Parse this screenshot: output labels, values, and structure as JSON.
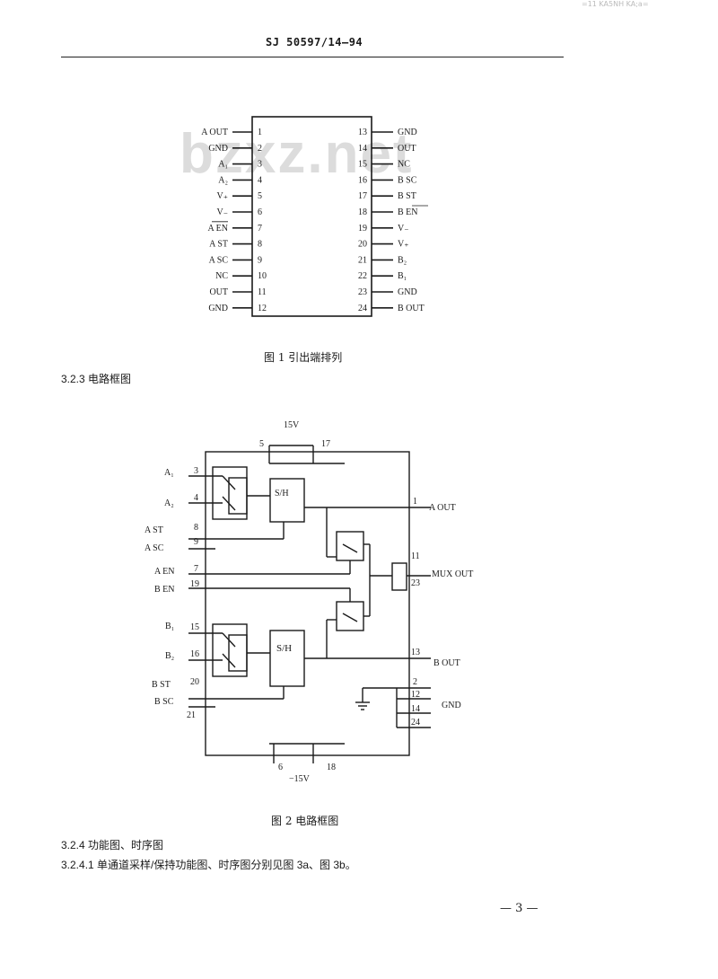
{
  "corner_mark": "=11 KA5NH KA;a=",
  "header": {
    "doc_number": "SJ 50597/14—94"
  },
  "watermark": "bzxz.net",
  "fig1": {
    "left_pins": [
      {
        "label": "A OUT",
        "num": "1"
      },
      {
        "label": "GND",
        "num": "2"
      },
      {
        "label": "A₁",
        "num": "3"
      },
      {
        "label": "A₂",
        "num": "4"
      },
      {
        "label": "V₊",
        "num": "5"
      },
      {
        "label": "V₋",
        "num": "6"
      },
      {
        "label": "A EN",
        "num": "7"
      },
      {
        "label": "A ST",
        "num": "8"
      },
      {
        "label": "A SC",
        "num": "9"
      },
      {
        "label": "NC",
        "num": "10"
      },
      {
        "label": "OUT",
        "num": "11"
      },
      {
        "label": "GND",
        "num": "12"
      }
    ],
    "right_pins": [
      {
        "label": "GND",
        "num": "13"
      },
      {
        "label": "OUT",
        "num": "14"
      },
      {
        "label": "NC",
        "num": "15"
      },
      {
        "label": "B  SC",
        "num": "16"
      },
      {
        "label": "B  ST",
        "num": "17"
      },
      {
        "label": "B  EN",
        "num": "18"
      },
      {
        "label": "V₋",
        "num": "19"
      },
      {
        "label": "V₊",
        "num": "20"
      },
      {
        "label": "B₂",
        "num": "21"
      },
      {
        "label": "B₁",
        "num": "22"
      },
      {
        "label": "GND",
        "num": "23"
      },
      {
        "label": "B  OUT",
        "num": "24"
      }
    ],
    "caption": "图 1   引出端排列"
  },
  "section_323": "3.2.3   电路框图",
  "fig2": {
    "pos_supply": "15V",
    "neg_supply": "−15V",
    "sh_label": "S/H",
    "in_labels": {
      "a1": "A₁",
      "a2": "A₂",
      "ast": "A ST",
      "asc": "A SC",
      "aen": "A EN",
      "ben": "B EN",
      "b1": "B₁",
      "b2": "B₂",
      "bst": "B ST",
      "bsc": "B SC"
    },
    "out_labels": {
      "aout": "A OUT",
      "mux": "MUX OUT",
      "bout": "B OUT",
      "gnd": "GND"
    },
    "pins": {
      "p5": "5",
      "p17": "17",
      "p3": "3",
      "p4": "4",
      "p8": "8",
      "p9": "9",
      "p7": "7",
      "p19": "19",
      "p15": "15",
      "p16": "16",
      "p20": "20",
      "p21": "21",
      "p1": "1",
      "p11": "11",
      "p23": "23",
      "p13": "13",
      "p2": "2",
      "p12": "12",
      "p14": "14",
      "p24": "24",
      "p6": "6",
      "p18": "18"
    },
    "caption": "图 2   电路框图"
  },
  "section_324": "3.2.4   功能图、时序图",
  "section_3241": "3.2.4.1   单通道采样/保持功能图、时序图分别见图 3a、图 3b。",
  "page_number": "— 3 —"
}
